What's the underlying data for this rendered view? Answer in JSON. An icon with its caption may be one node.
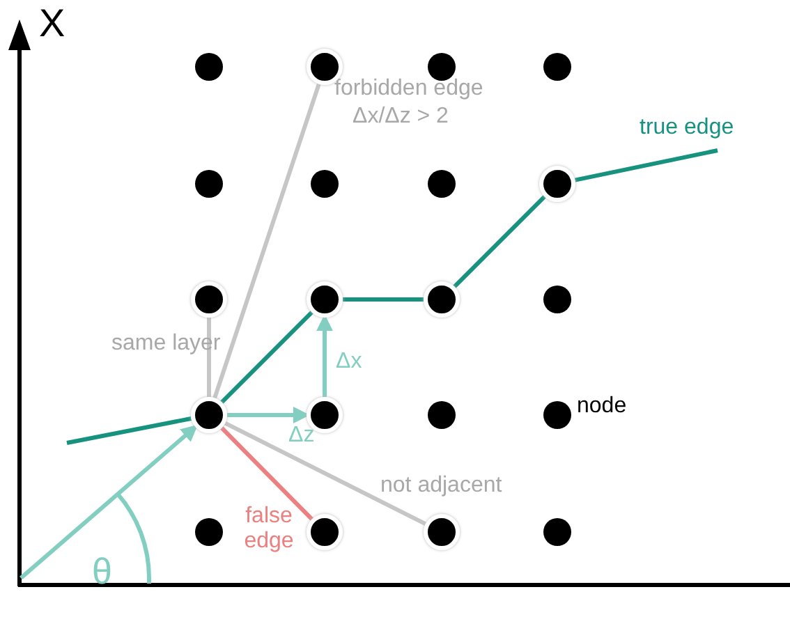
{
  "diagram": {
    "nodes": [
      {
        "text": [],
        "shape": "circle"
      },
      {
        "text": [],
        "shape": "circle"
      },
      {
        "text": [],
        "shape": "circle"
      },
      {
        "text": [],
        "shape": "circle"
      },
      {
        "text": [],
        "shape": "circle"
      },
      {
        "text": [],
        "shape": "circle"
      },
      {
        "text": [],
        "shape": "circle"
      },
      {
        "text": [],
        "shape": "circle"
      },
      {
        "text": [],
        "shape": "circle"
      },
      {
        "text": [],
        "shape": "circle"
      },
      {
        "text": [],
        "shape": "circle"
      },
      {
        "text": [],
        "shape": "circle"
      },
      {
        "text": [],
        "shape": "circle"
      },
      {
        "text": [],
        "shape": "circle"
      },
      {
        "text": [],
        "shape": "circle"
      },
      {
        "text": [],
        "shape": "circle",
        "beside": [
          "node"
        ]
      },
      {
        "text": [],
        "shape": "circle"
      },
      {
        "text": [],
        "shape": "circle"
      },
      {
        "text": [],
        "shape": "circle"
      },
      {
        "text": [],
        "shape": "circle"
      }
    ],
    "edges": [
      {
        "from": null,
        "to": 12,
        "arrow": "none"
      },
      {
        "from": 12,
        "to": 9,
        "arrow": "none"
      },
      {
        "from": 9,
        "to": 10,
        "arrow": "none"
      },
      {
        "from": 10,
        "to": 7,
        "arrow": "none"
      },
      {
        "from": 7,
        "to": null,
        "arrow": "none",
        "label": "true edge"
      },
      {
        "from": 12,
        "to": 1,
        "arrow": "none",
        "label": "forbidden edge",
        "color": "#c6c6c6"
      },
      {
        "from": 12,
        "to": 8,
        "arrow": "none",
        "label": "same layer",
        "color": "#c6c6c6"
      },
      {
        "from": 12,
        "to": 18,
        "arrow": "none",
        "label": "not adjacent",
        "color": "#c6c6c6"
      },
      {
        "from": 12,
        "to": 17,
        "arrow": "none",
        "label": "false edge",
        "color": "#ec8080"
      },
      {
        "from": 12,
        "to": 13,
        "arrow": "to",
        "label": "Δz",
        "color": "#82cfc1"
      },
      {
        "from": 13,
        "to": 9,
        "arrow": "to",
        "label": "Δx",
        "color": "#82cfc1"
      },
      {
        "from": null,
        "to": 12,
        "arrow": "to",
        "color": "#82cfc1"
      }
    ],
    "labels": [
      "X",
      "Δx/Δz > 2",
      "θ"
    ]
  }
}
